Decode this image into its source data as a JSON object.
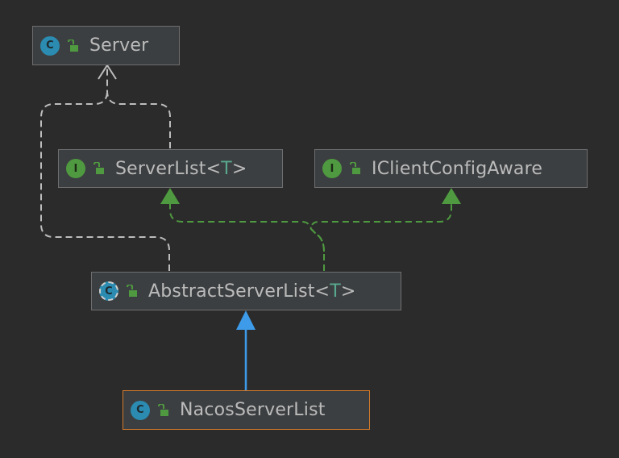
{
  "nodes": {
    "server": {
      "kind": "C",
      "name": "Server",
      "type_param": ""
    },
    "server_list": {
      "kind": "I",
      "name": "ServerList<",
      "type_param": "T",
      "suffix": ">"
    },
    "iclient_config_aware": {
      "kind": "I",
      "name": "IClientConfigAware",
      "type_param": ""
    },
    "abstract_server_list": {
      "kind": "C",
      "name": "AbstractServerList<",
      "type_param": "T",
      "suffix": ">"
    },
    "nacos_server_list": {
      "kind": "C",
      "name": "NacosServerList",
      "type_param": ""
    }
  },
  "relations": [
    {
      "from": "ServerList<T>",
      "to": "Server",
      "type": "dependency"
    },
    {
      "from": "AbstractServerList<T>",
      "to": "Server",
      "type": "dependency"
    },
    {
      "from": "AbstractServerList<T>",
      "to": "ServerList<T>",
      "type": "implements"
    },
    {
      "from": "AbstractServerList<T>",
      "to": "IClientConfigAware",
      "type": "implements"
    },
    {
      "from": "NacosServerList",
      "to": "AbstractServerList<T>",
      "type": "extends"
    }
  ],
  "colors": {
    "background": "#2b2b2b",
    "node_fill": "#3c3f41",
    "node_border": "#6e6e6e",
    "selected_border": "#d27a2a",
    "dependency_edge": "#bdbdbd",
    "implements_edge": "#4f9a40",
    "extends_edge": "#3d9be9",
    "class_icon": "#2b8bb0",
    "interface_icon": "#4f9a40",
    "type_param_text": "#58a88f",
    "label_text": "#bbbbbb"
  },
  "icons": {
    "class": "class-c-icon",
    "interface": "interface-i-icon",
    "abstract": "abstract-class-icon",
    "visibility": "public-lock-icon"
  }
}
